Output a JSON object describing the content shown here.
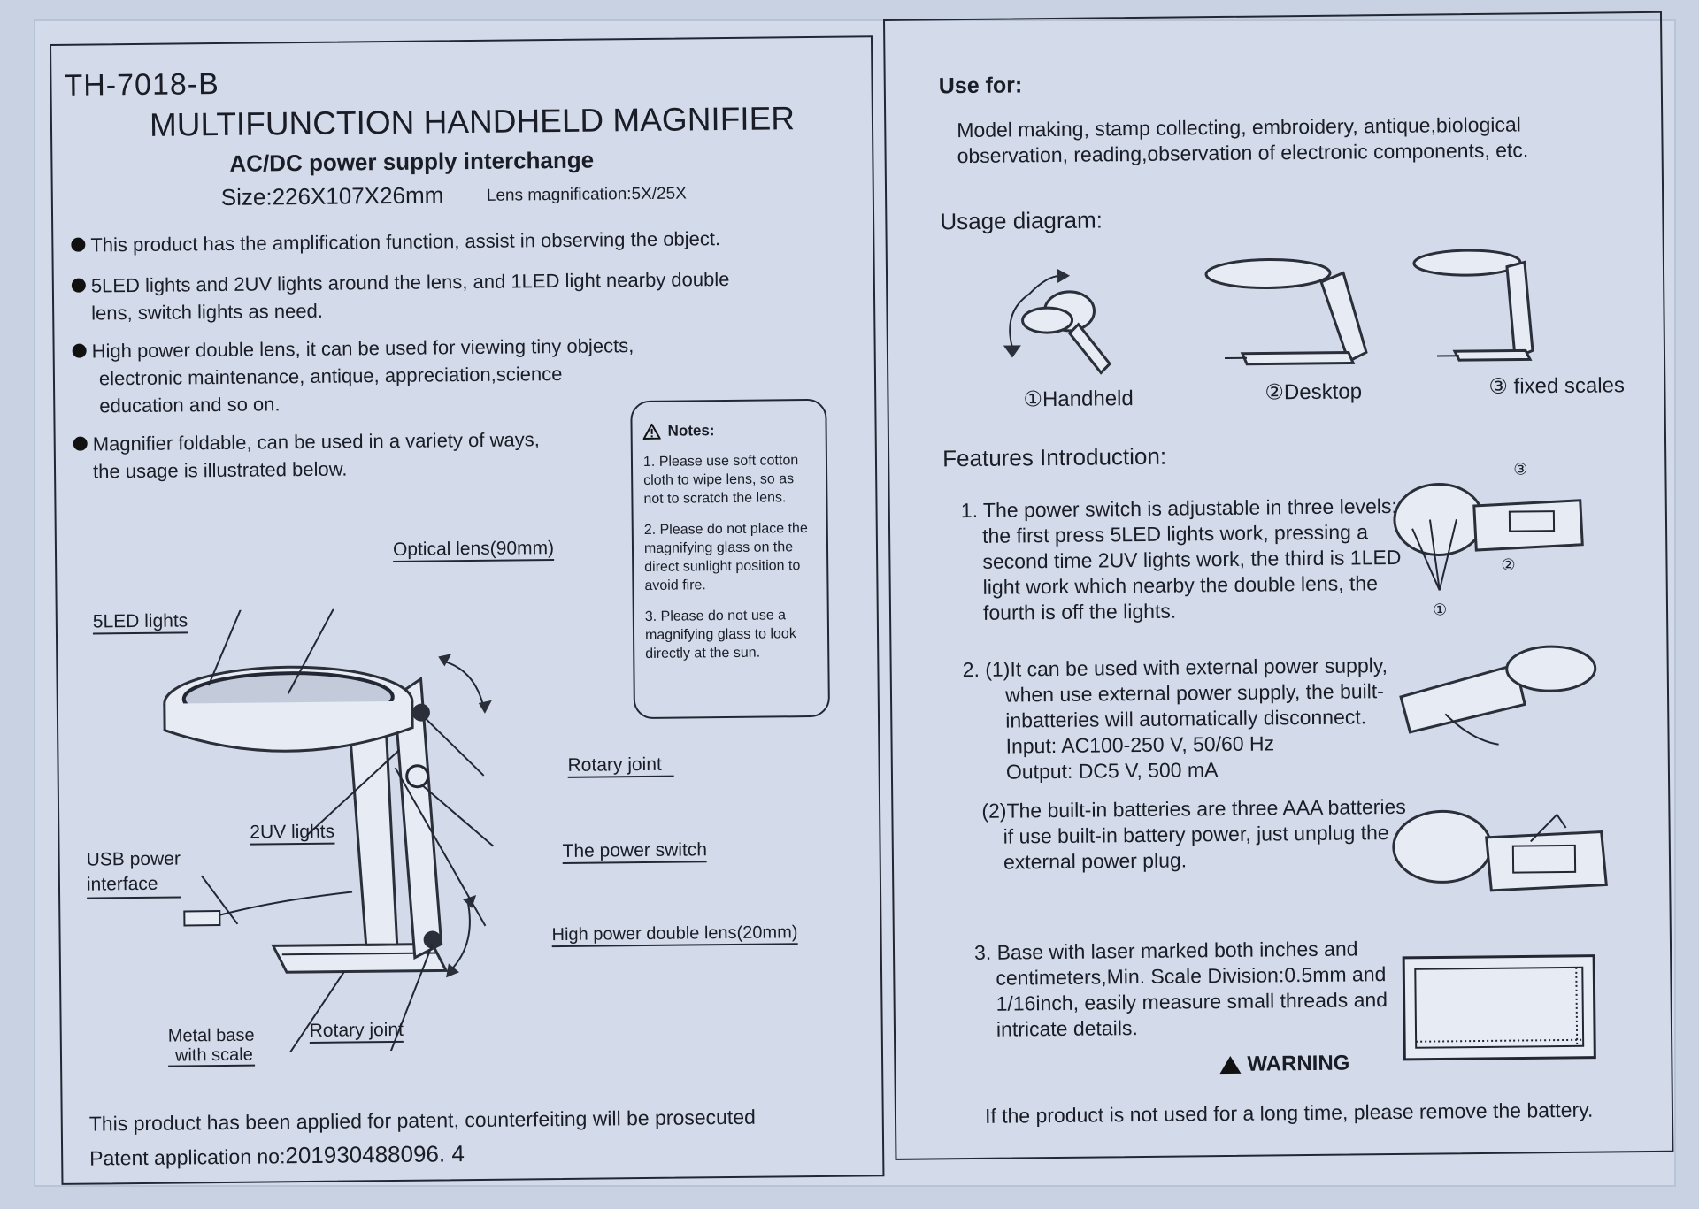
{
  "left": {
    "model": "TH-7018-B",
    "title": "MULTIFUNCTION HANDHELD MAGNIFIER",
    "subtitle": "AC/DC power supply interchange",
    "size": "Size:226X107X26mm",
    "lens_magnification": "Lens magnification:5X/25X",
    "bullets": [
      [
        "This product has the amplification function, assist in observing the object."
      ],
      [
        "5LED lights and 2UV lights around the lens, and 1LED light nearby double",
        "lens, switch lights as need."
      ],
      [
        "High power double lens, it can be used for viewing tiny objects,",
        "electronic maintenance, antique, appreciation,science",
        "education and so on."
      ],
      [
        "Magnifier foldable, can be used in a variety of ways,",
        "the usage is illustrated below."
      ]
    ],
    "notes": {
      "heading": "Notes:",
      "items": [
        "1. Please use soft cotton cloth to wipe lens, so as not to scratch the lens.",
        "2. Please do not place the magnifying glass on the direct sunlight position to avoid fire.",
        "3. Please do not use a magnifying glass to look directly at the sun."
      ]
    },
    "diagram_labels": {
      "optical_lens": "Optical lens(90mm)",
      "five_led": "5LED lights",
      "rotary_joint_top": "Rotary joint",
      "two_uv": "2UV lights",
      "power_switch": "The power switch",
      "usb_line1": "USB power",
      "usb_line2": "interface",
      "double_lens": "High power double lens(20mm)",
      "metal_base_line1": "Metal base",
      "metal_base_line2": "with scale",
      "rotary_joint_bottom": "Rotary joint"
    },
    "patent_line1": "This product has been applied for patent, counterfeiting will be prosecuted",
    "patent_prefix": "Patent application no:",
    "patent_no": "201930488096. 4"
  },
  "right": {
    "use_for_heading": "Use for:",
    "use_for_text": [
      "Model making, stamp collecting, embroidery, antique,biological",
      "observation, reading,observation of electronic components, etc."
    ],
    "usage_heading": "Usage diagram:",
    "usage_modes": [
      "①Handheld",
      "②Desktop",
      "③ fixed scales"
    ],
    "features_heading": "Features Introduction:",
    "feature1": [
      "1. The power switch is adjustable in three levels:",
      "the first press 5LED lights work, pressing a",
      "second time 2UV lights work, the third is 1LED",
      "light work which nearby the double lens, the",
      "fourth is off the lights."
    ],
    "feature1_markers": [
      "③",
      "②",
      "①"
    ],
    "feature2a": [
      "2. (1)It can be used with external power supply,",
      "when use external power supply, the built-",
      "inbatteries will automatically disconnect.",
      "Input: AC100-250 V, 50/60 Hz",
      "Output: DC5 V, 500 mA"
    ],
    "feature2b": [
      "(2)The built-in batteries are three AAA batteries",
      "if use built-in battery power, just unplug the",
      "external power plug."
    ],
    "feature3": [
      "3. Base with laser marked both inches and",
      "centimeters,Min. Scale Division:0.5mm and",
      "1/16inch,  easily measure small threads and",
      "intricate details."
    ],
    "warning_label": "WARNING",
    "warning_text": "If the product is not used for a long time, please remove the battery."
  }
}
